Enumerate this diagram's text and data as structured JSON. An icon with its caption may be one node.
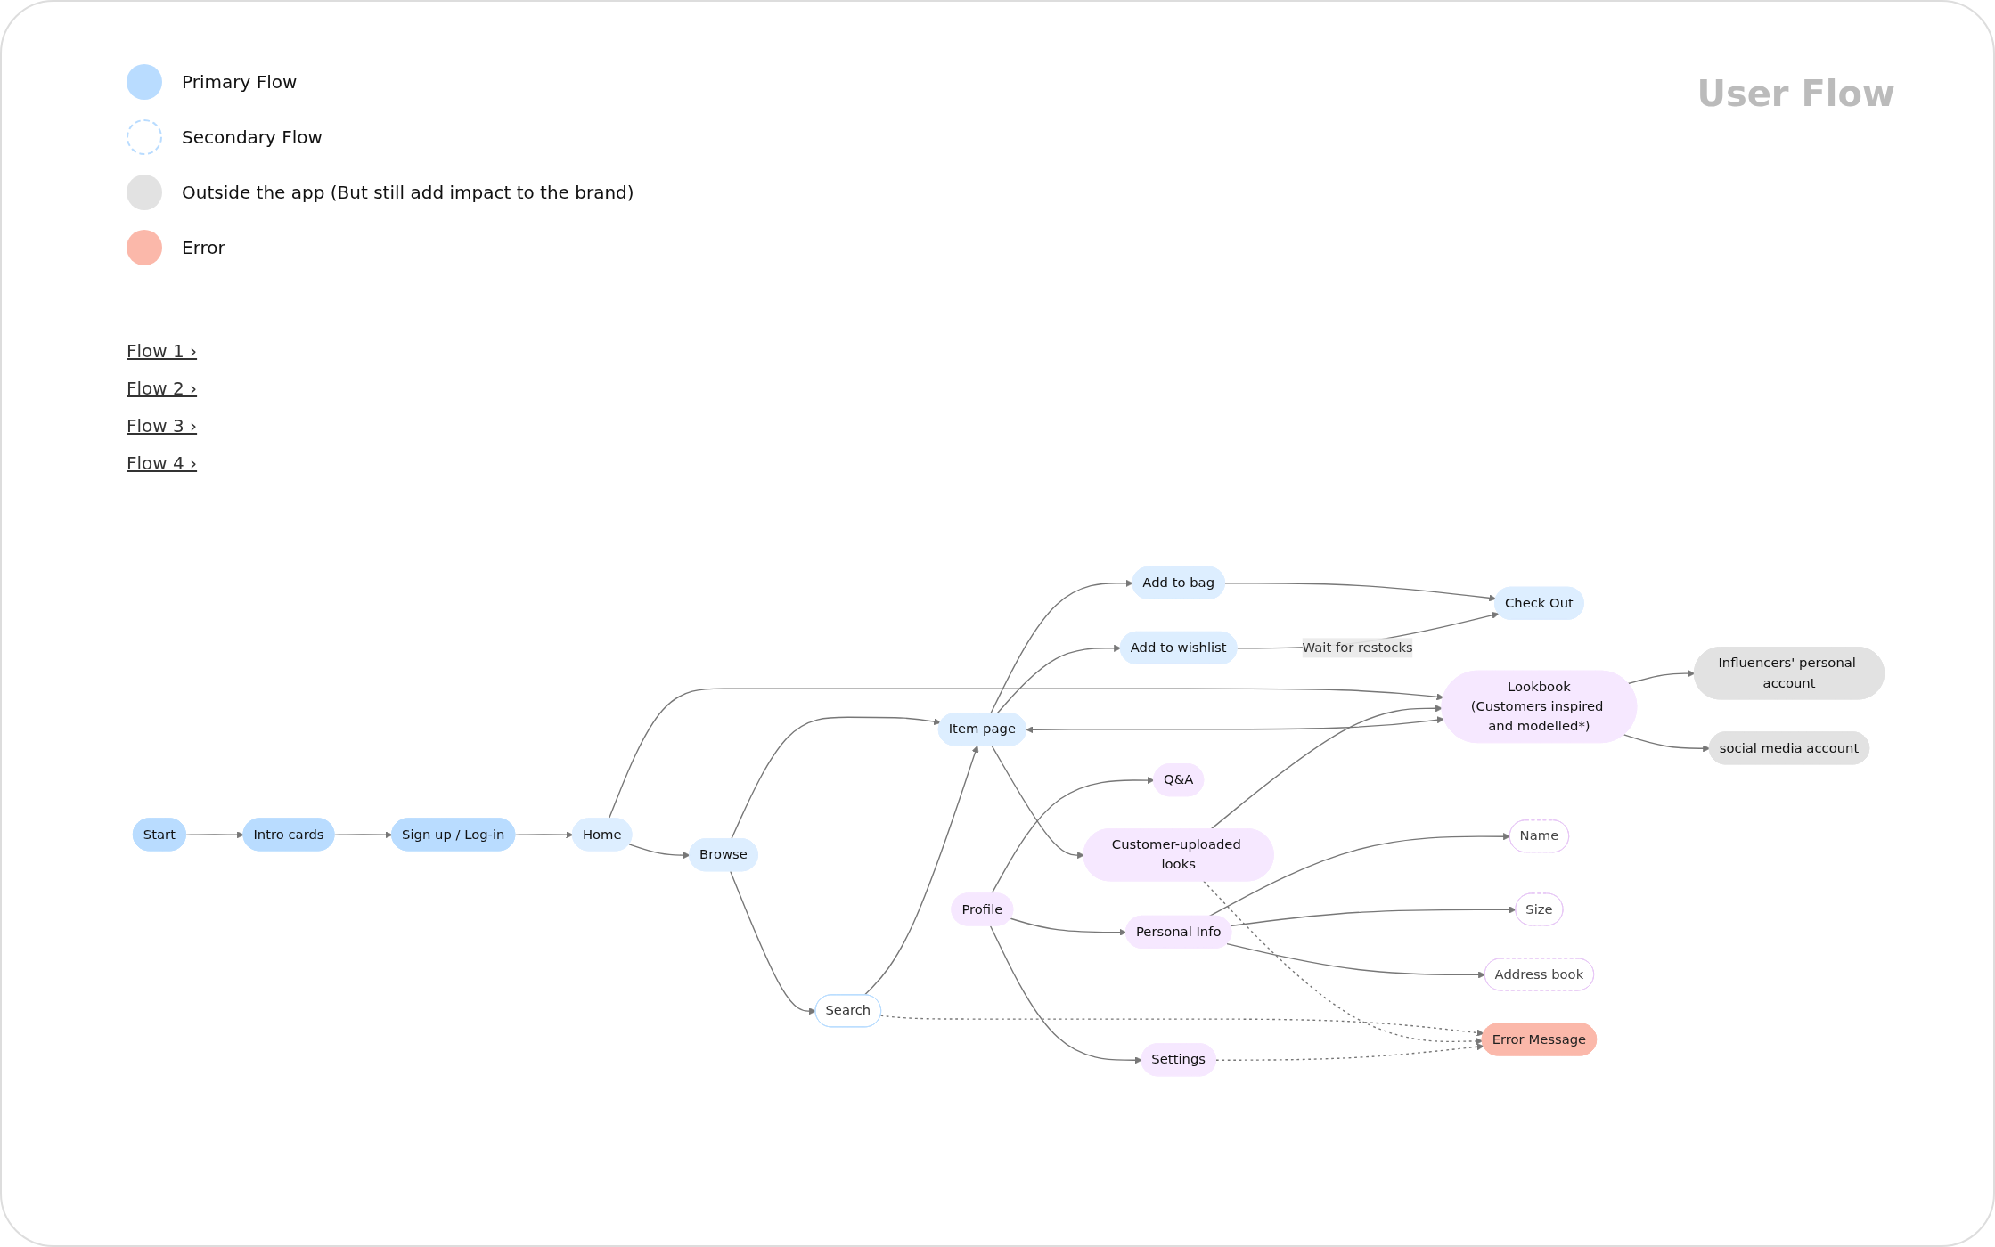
{
  "diagram": {
    "title": "User Flow",
    "nodes": [
      {
        "text": [
          "Start"
        ]
      },
      {
        "text": [
          "Intro cards"
        ]
      },
      {
        "text": [
          "Sign up / Log-in"
        ]
      },
      {
        "text": [
          "Search"
        ]
      },
      {
        "text": [
          "Home"
        ]
      },
      {
        "text": [
          "Browse"
        ]
      },
      {
        "text": [
          "Item page"
        ]
      },
      {
        "text": [
          "Add to bag"
        ]
      },
      {
        "text": [
          "Check Out"
        ]
      },
      {
        "text": [
          "Add to wishlist"
        ]
      },
      {
        "text": [
          "Lookbook",
          "(Customers inspired and modelled*)"
        ]
      },
      {
        "text": [
          "Customer-uploaded looks"
        ]
      },
      {
        "text": [
          "Influencers' personal account"
        ]
      },
      {
        "text": [
          "social media account"
        ]
      },
      {
        "text": [
          "Profile"
        ]
      },
      {
        "text": [
          "Settings"
        ]
      },
      {
        "text": [
          "Q&A"
        ]
      },
      {
        "text": [
          "Personal Info"
        ]
      },
      {
        "text": [
          "Name"
        ]
      },
      {
        "text": [
          "Size"
        ]
      },
      {
        "text": [
          "Address book"
        ]
      },
      {
        "text": [
          "Error Message"
        ]
      }
    ],
    "edges": [
      {
        "from": 0,
        "to": 1,
        "arrow": "to"
      },
      {
        "from": 1,
        "to": 2,
        "arrow": "to"
      },
      {
        "from": 2,
        "to": 4,
        "arrow": "to"
      },
      {
        "from": 4,
        "to": 5,
        "arrow": "to"
      },
      {
        "from": 5,
        "to": 3,
        "arrow": "to"
      },
      {
        "from": 5,
        "to": 6,
        "arrow": "to"
      },
      {
        "from": 3,
        "to": 6,
        "arrow": "to"
      },
      {
        "from": 6,
        "to": 7,
        "arrow": "to"
      },
      {
        "from": 6,
        "to": 9,
        "arrow": "to"
      },
      {
        "from": 7,
        "to": 8,
        "arrow": "to"
      },
      {
        "from": 9,
        "to": 8,
        "arrow": "to",
        "label": "Wait for restocks"
      },
      {
        "from": 4,
        "to": 10,
        "arrow": "to"
      },
      {
        "from": 10,
        "to": 6,
        "arrow": "both"
      },
      {
        "from": 6,
        "to": 11,
        "arrow": "to"
      },
      {
        "from": 11,
        "to": 10,
        "arrow": "to"
      },
      {
        "from": 10,
        "to": 12,
        "arrow": "to"
      },
      {
        "from": 10,
        "to": 13,
        "arrow": "to"
      },
      {
        "from": 14,
        "to": 15,
        "arrow": "to"
      },
      {
        "from": 14,
        "to": 16,
        "arrow": "to"
      },
      {
        "from": 14,
        "to": 17,
        "arrow": "to"
      },
      {
        "from": 17,
        "to": 18,
        "arrow": "to"
      },
      {
        "from": 17,
        "to": 19,
        "arrow": "to"
      },
      {
        "from": 17,
        "to": 20,
        "arrow": "to"
      },
      {
        "from": 3,
        "to": 21,
        "arrow": "to",
        "style": "dashed"
      },
      {
        "from": 11,
        "to": 21,
        "arrow": "to",
        "style": "dashed"
      },
      {
        "from": 15,
        "to": 21,
        "arrow": "to",
        "style": "dashed"
      }
    ],
    "labels": [
      "Flow 1 ›",
      "Flow 2 ›",
      "Flow 3 ›",
      "Flow 4 ›"
    ],
    "legend": [
      {
        "text": "Primary Flow",
        "color": "#b9dcff"
      },
      {
        "text": "Secondary Flow"
      },
      {
        "text": "Outside the app (But still add impact to the brand)",
        "color": "#e2e2e2"
      },
      {
        "text": "Error",
        "color": "#fbb8aa"
      }
    ]
  }
}
